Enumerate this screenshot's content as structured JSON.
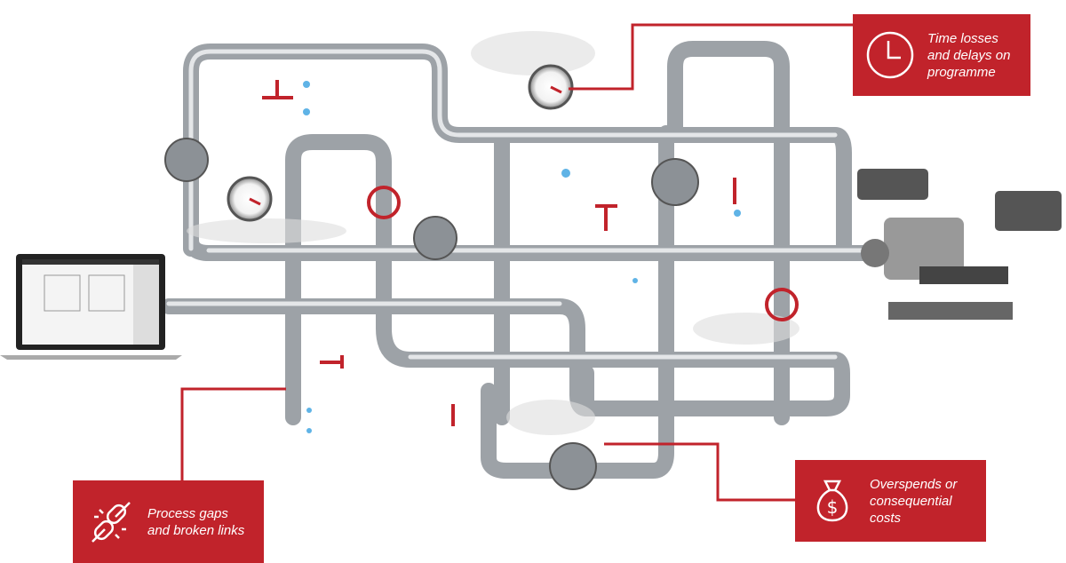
{
  "callouts": {
    "time": {
      "label": "Time losses and delays on programme",
      "icon": "clock-icon"
    },
    "gaps": {
      "label": "Process gaps and broken links",
      "icon": "broken-chain-icon"
    },
    "cost": {
      "label": "Overspends or consequential costs",
      "icon": "money-bag-icon"
    }
  },
  "colors": {
    "accent": "#c1232b",
    "pipe": "#a9adb2",
    "pipe_dark": "#6f7479"
  }
}
